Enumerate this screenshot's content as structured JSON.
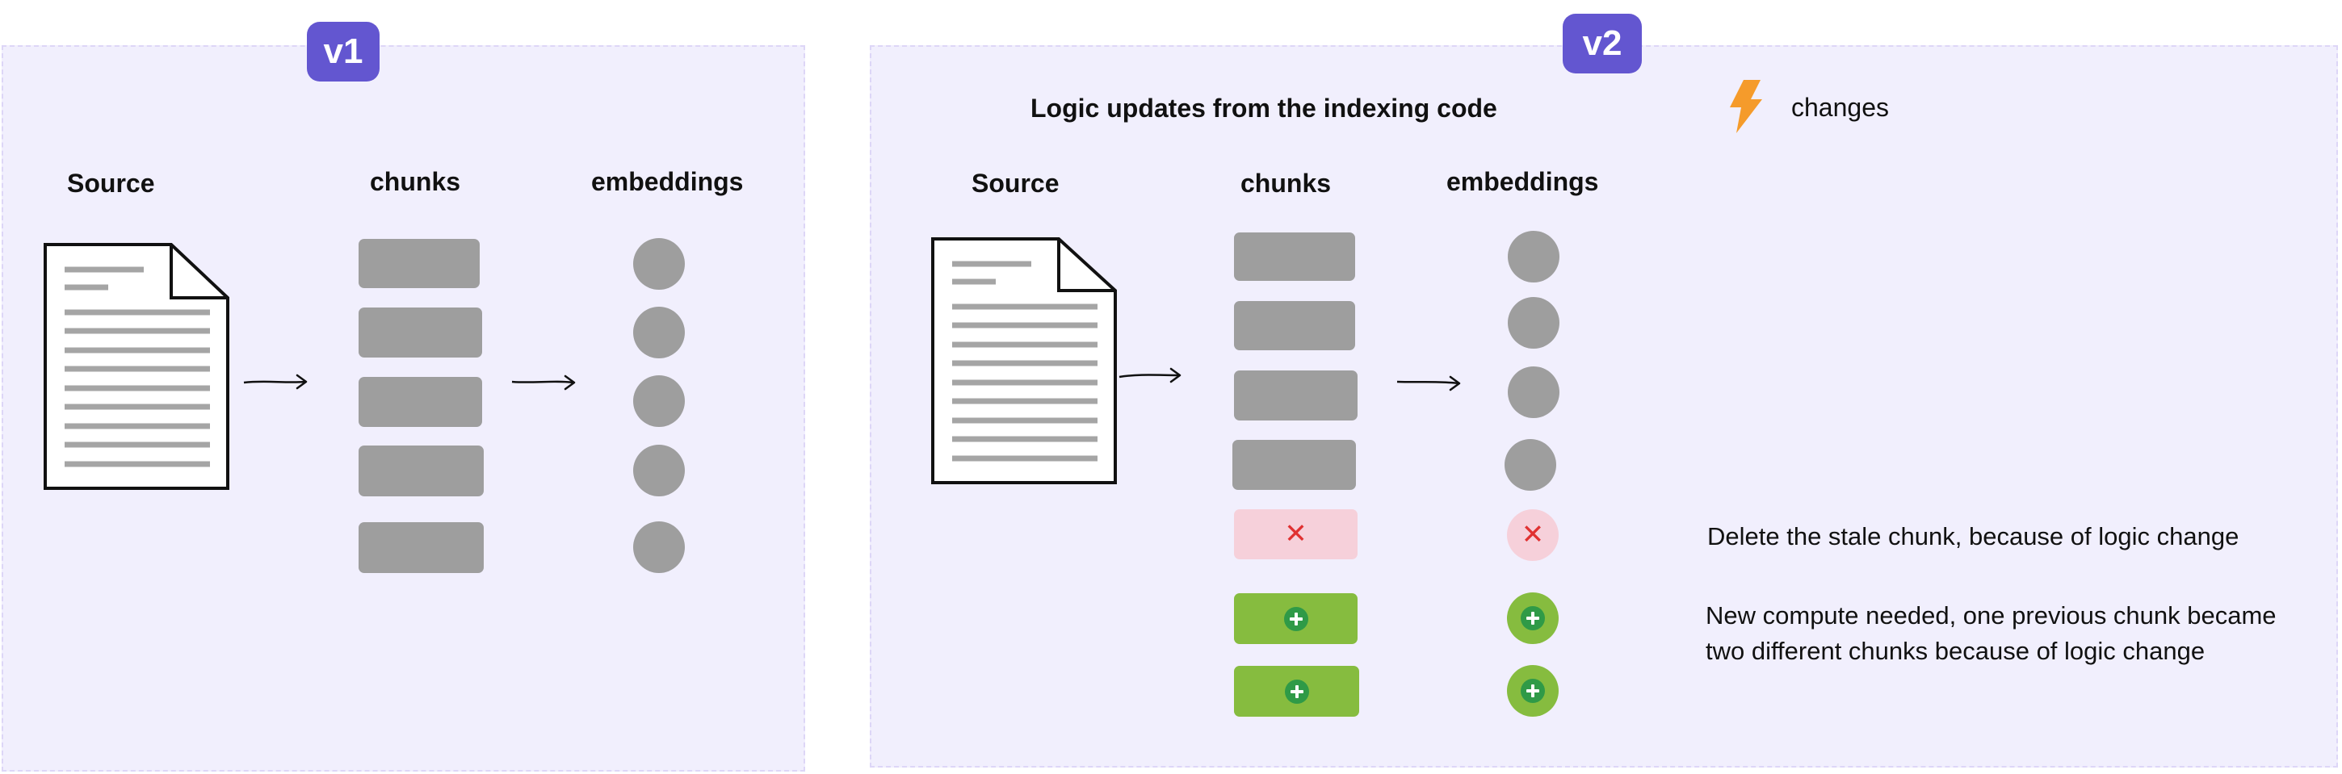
{
  "v1": {
    "badge": "v1",
    "source_label": "Source",
    "chunks_label": "chunks",
    "embeddings_label": "embeddings"
  },
  "v2": {
    "badge": "v2",
    "title": "Logic updates from the indexing code",
    "legend": {
      "icon": "lightning-bolt-icon",
      "label": "changes",
      "color": "#f59b2b"
    },
    "source_label": "Source",
    "chunks_label": "chunks",
    "embeddings_label": "embeddings",
    "notes": {
      "delete": "Delete the stale chunk, because of logic change",
      "new": "New compute needed, one previous chunk became two different chunks because of logic change"
    }
  },
  "colors": {
    "panel_bg": "#f1effd",
    "badge": "#6356d0",
    "chunk": "#9e9e9e",
    "stale": "#f6d0da",
    "stale_mark": "#e03131",
    "new": "#86bc3f",
    "new_mark": "#2f9a47"
  }
}
